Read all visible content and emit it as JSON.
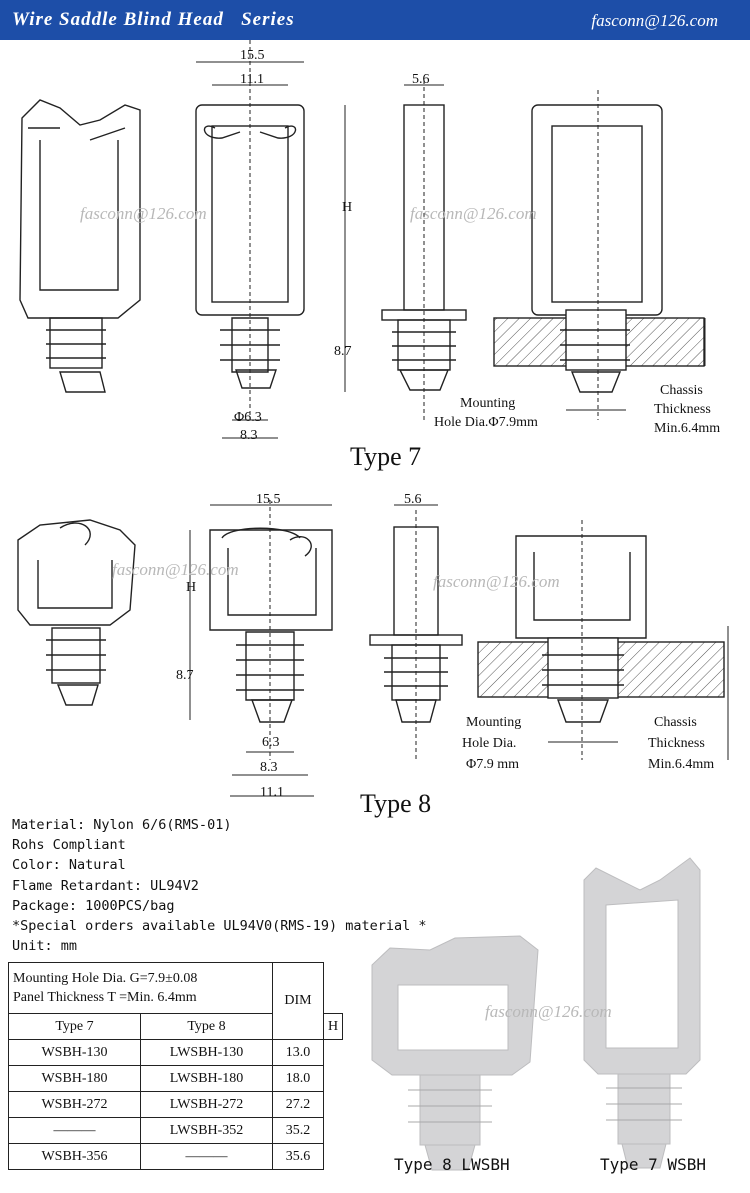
{
  "header": {
    "title": "Wire Saddle Blind Head   Series",
    "email": "fasconn@126.com"
  },
  "watermark": "fasconn@126.com",
  "type7": {
    "heading": "Type 7",
    "dims": {
      "w1": "15.5",
      "w2": "11.1",
      "w3": "5.6",
      "h": "H",
      "h2": "8.7",
      "d1": "Φ6.3",
      "d2": "8.3"
    },
    "mounting": [
      "Mounting",
      "Hole Dia.Φ7.9mm"
    ],
    "chassis": [
      "Chassis",
      "Thickness",
      "Min.6.4mm"
    ]
  },
  "type8": {
    "heading": "Type 8",
    "dims": {
      "w1": "15.5",
      "w3": "5.6",
      "h": "H",
      "h2": "8.7",
      "d1": "6.3",
      "d2": "8.3",
      "d3": "11.1"
    },
    "mounting": [
      "Mounting",
      "Hole Dia.",
      "Φ7.9 mm"
    ],
    "chassis": [
      "Chassis",
      "Thickness",
      "Min.6.4mm"
    ]
  },
  "specs": [
    "Material: Nylon 6/6(RMS-01)",
    "Rohs Compliant",
    "Color: Natural",
    "Flame Retardant: UL94V2",
    "Package: 1000PCS/bag",
    "*Special orders available UL94V0(RMS-19) material *",
    "Unit: mm"
  ],
  "table": {
    "header_line1": "Mounting Hole Dia. G=7.9±0.08",
    "header_line2": "Panel Thickness T =Min. 6.4mm",
    "dim_label": "DIM",
    "col_type7": "Type 7",
    "col_type8": "Type  8",
    "col_h": "H",
    "rows": [
      {
        "type7": "WSBH-130",
        "type8": "LWSBH-130",
        "h": "13.0"
      },
      {
        "type7": "WSBH-180",
        "type8": "LWSBH-180",
        "h": "18.0"
      },
      {
        "type7": "WSBH-272",
        "type8": "LWSBH-272",
        "h": "27.2"
      },
      {
        "type7": "———",
        "type8": "LWSBH-352",
        "h": "35.2"
      },
      {
        "type7": "WSBH-356",
        "type8": "———",
        "h": "35.6"
      }
    ]
  },
  "photos": {
    "caption8": "Type 8 LWSBH",
    "caption7": "Type 7 WSBH"
  }
}
